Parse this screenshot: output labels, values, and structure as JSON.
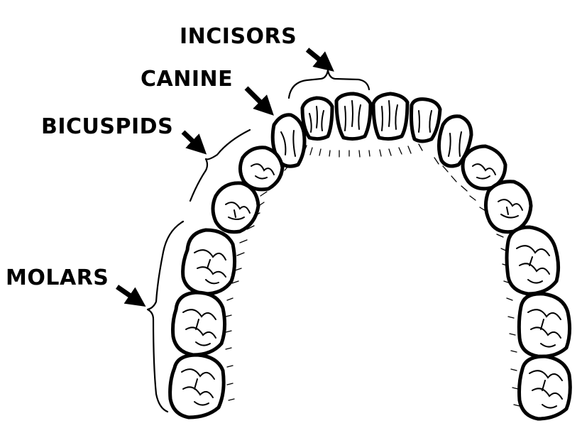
{
  "labels": {
    "incisors": "INCISORS",
    "canine": "CANINE",
    "bicuspids": "BICUSPIDS",
    "molars": "MOLARS"
  },
  "colors": {
    "ink": "#000000",
    "background": "#ffffff"
  }
}
